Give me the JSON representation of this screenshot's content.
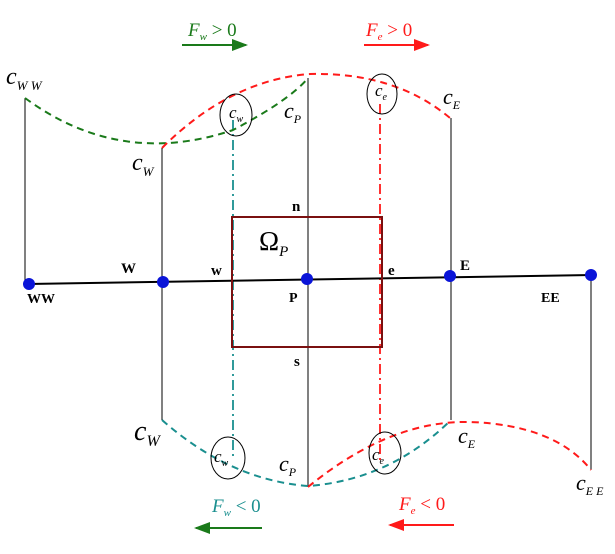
{
  "colors": {
    "axis": "#000000",
    "node": "#0a14d8",
    "cell": "#7a1010",
    "upwind_positive": "#1a7a1a",
    "downwind_positive": "#ff1a1a",
    "teal": "#1a8f8f"
  },
  "top": {
    "fw_positive": {
      "sym": "F",
      "sub": "w",
      "rel": " > 0"
    },
    "fe_positive": {
      "sym": "F",
      "sub": "e",
      "rel": " > 0"
    },
    "cww": {
      "sym": "c",
      "sub": "W W"
    },
    "cw_upper": {
      "sym": "c",
      "sub": "W"
    },
    "cw_face_upper": {
      "sym": "c",
      "sub": "w"
    },
    "cp_upper": {
      "sym": "c",
      "sub": "P"
    },
    "ce_face_upper": {
      "sym": "c",
      "sub": "e"
    },
    "ce_upper": {
      "sym": "c",
      "sub": "E"
    }
  },
  "grid": {
    "node_ww": "WW",
    "node_w": "W",
    "face_w": "w",
    "node_p": "P",
    "face_e": "e",
    "node_e": "E",
    "node_ee": "EE",
    "face_n": "n",
    "face_s": "s",
    "omega": {
      "sym": "Ω",
      "sub": "P"
    }
  },
  "bottom": {
    "cw_lower": {
      "sym": "c",
      "sub": "W"
    },
    "cw_face_lower": {
      "sym": "c",
      "sub": "w"
    },
    "cp_lower": {
      "sym": "c",
      "sub": "P"
    },
    "ce_face_lower": {
      "sym": "c",
      "sub": "e"
    },
    "ce_lower": {
      "sym": "c",
      "sub": "E"
    },
    "cee": {
      "sym": "c",
      "sub": "E E"
    },
    "fw_negative": {
      "sym": "F",
      "sub": "w",
      "rel": " < 0"
    },
    "fe_negative": {
      "sym": "F",
      "sub": "e",
      "rel": " < 0"
    }
  }
}
